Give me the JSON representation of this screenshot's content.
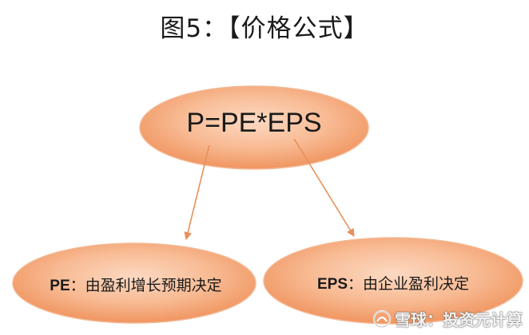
{
  "title": "图5：【价格公式】",
  "nodes": {
    "top": {
      "label": "P=PE*EPS"
    },
    "left": {
      "term": "PE",
      "separator": "：",
      "description": "由盈利增长预期决定"
    },
    "right": {
      "term": "EPS",
      "separator": "：",
      "description": "由企业盈利决定"
    }
  },
  "watermark": {
    "text": "雪球：投资元计算",
    "icon": "snowball-icon"
  },
  "colors": {
    "node_fill_center": "#fbd1b5",
    "node_fill_edge": "#f3a170",
    "node_stroke": "#f1b38d",
    "arrow": "#e8905a"
  }
}
